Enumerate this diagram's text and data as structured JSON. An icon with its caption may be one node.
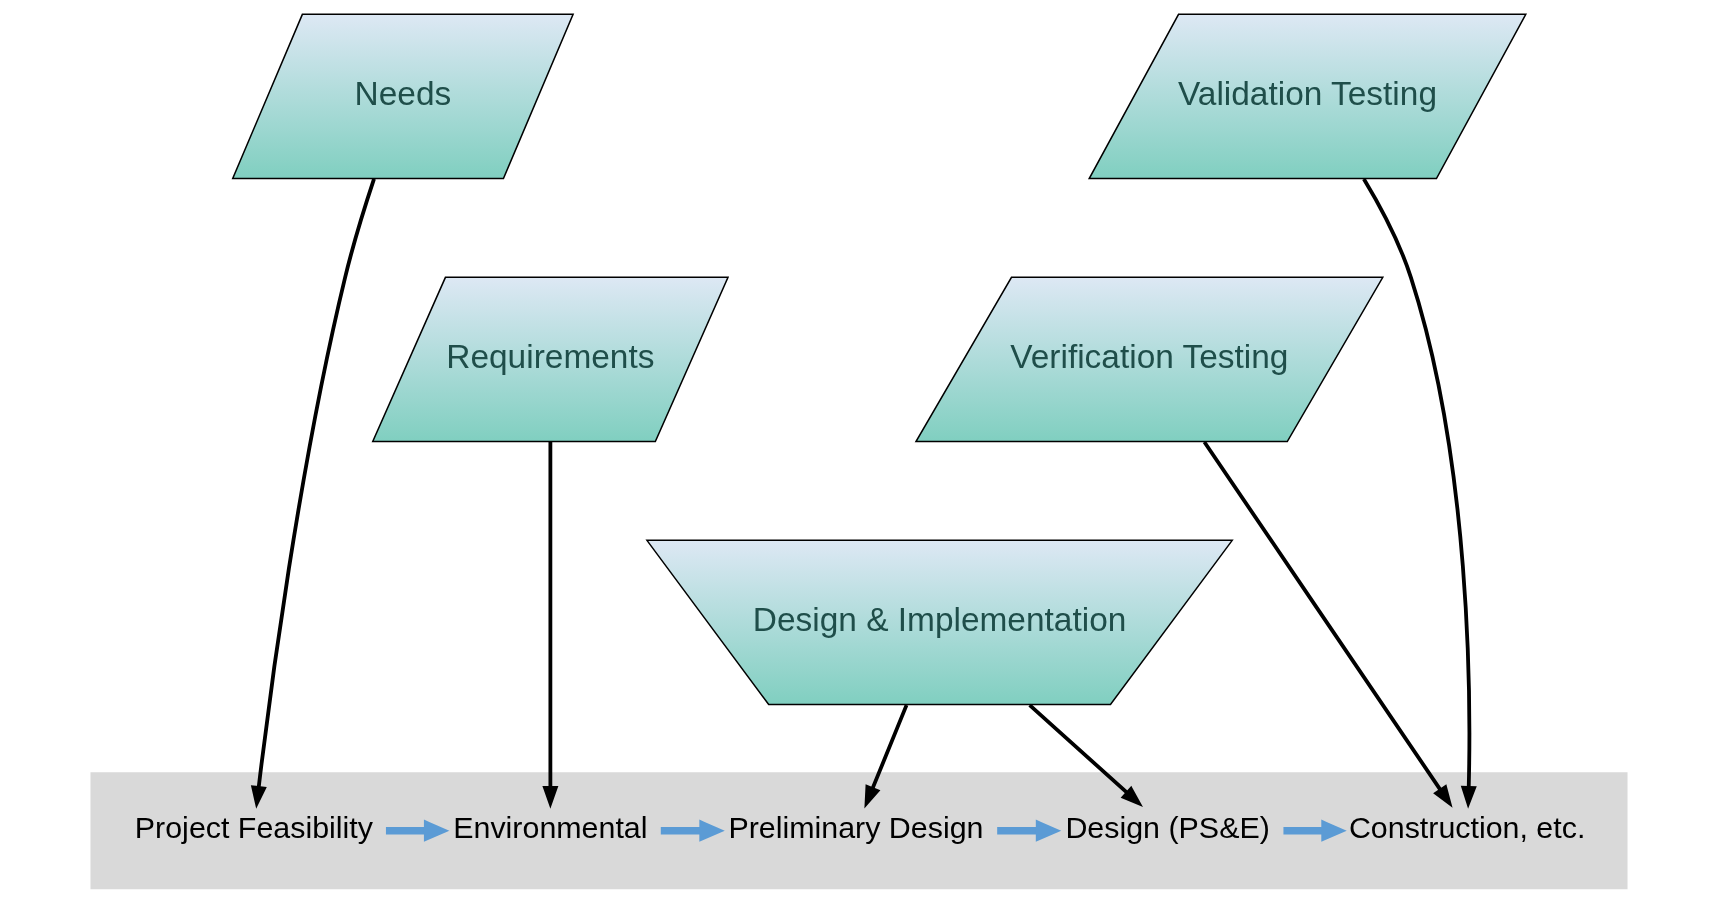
{
  "diagram": {
    "nodes": [
      {
        "text": [
          "Needs"
        ]
      },
      {
        "text": [
          "Requirements"
        ]
      },
      {
        "text": [
          "Design & Implementation"
        ]
      },
      {
        "text": [
          "Verification Testing"
        ]
      },
      {
        "text": [
          "Validation Testing"
        ]
      },
      {
        "text": [],
        "shape": "box"
      },
      {
        "text": [
          "Project Feasibility"
        ],
        "in": 5
      },
      {
        "text": [
          "Environmental"
        ],
        "in": 5
      },
      {
        "text": [
          "Preliminary Design"
        ],
        "in": 5
      },
      {
        "text": [
          "Design (PS&E)"
        ],
        "in": 5
      },
      {
        "text": [
          "Construction, etc."
        ],
        "in": 5
      }
    ],
    "edges": [
      {
        "from": 0,
        "to": 6,
        "arrow": "to"
      },
      {
        "from": 1,
        "to": 7,
        "arrow": "to"
      },
      {
        "from": 2,
        "to": 8,
        "arrow": "to"
      },
      {
        "from": 2,
        "to": 9,
        "arrow": "to"
      },
      {
        "from": 3,
        "to": 10,
        "arrow": "to"
      },
      {
        "from": 4,
        "to": 10,
        "arrow": "to"
      },
      {
        "from": 6,
        "to": 7,
        "arrow": "to",
        "style": "thick",
        "color": "#5b9bd5"
      },
      {
        "from": 7,
        "to": 8,
        "arrow": "to",
        "style": "thick",
        "color": "#5b9bd5"
      },
      {
        "from": 8,
        "to": 9,
        "arrow": "to",
        "style": "thick",
        "color": "#5b9bd5"
      },
      {
        "from": 9,
        "to": 10,
        "arrow": "to",
        "style": "thick",
        "color": "#5b9bd5"
      }
    ]
  }
}
